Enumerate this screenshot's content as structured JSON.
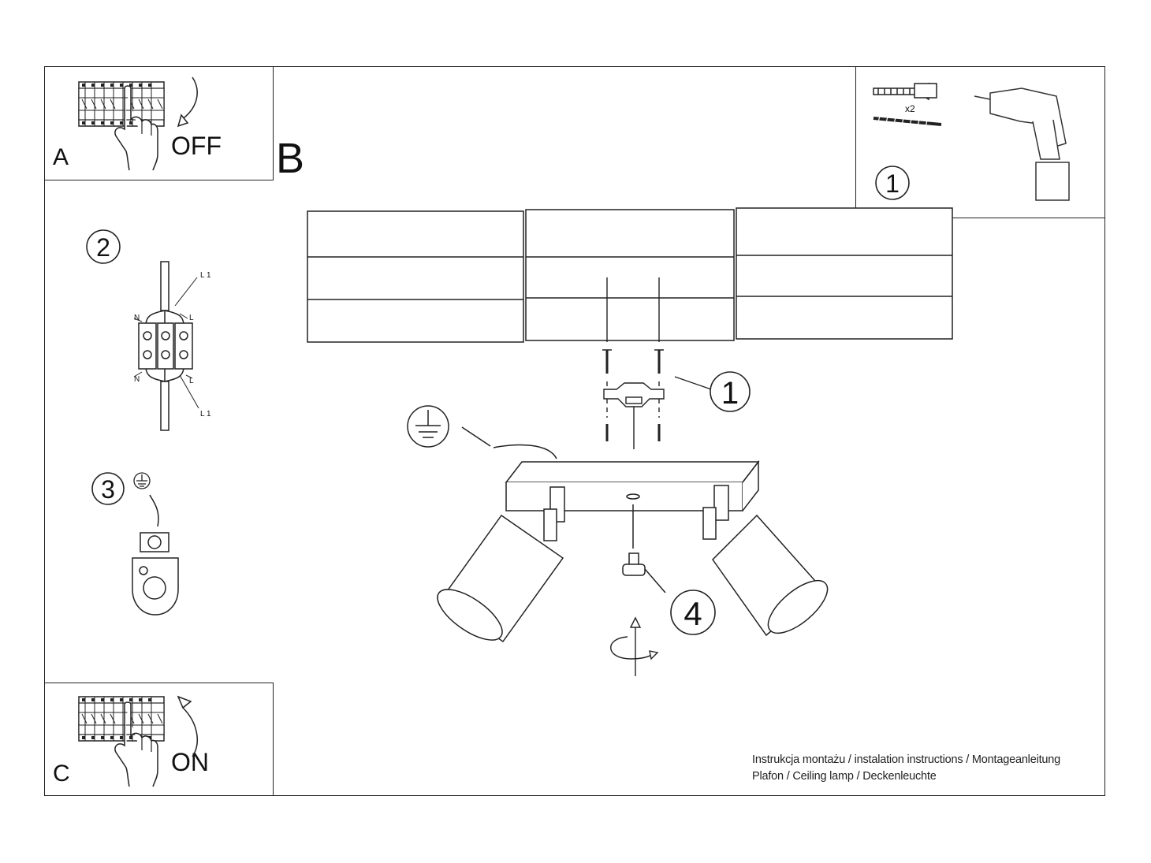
{
  "panels": {
    "a": {
      "letter": "A",
      "state": "OFF"
    },
    "b": {
      "letter": "B"
    },
    "c": {
      "letter": "C",
      "state": "ON"
    }
  },
  "tools": {
    "quantity": "x2",
    "step": "1"
  },
  "wiring": {
    "step": "2",
    "labels": {
      "l1_top": "L 1",
      "n_top": "N",
      "l_top": "L",
      "n_bottom": "N",
      "l_bottom": "L",
      "l1_bottom": "L 1"
    }
  },
  "ground": {
    "step": "3"
  },
  "mounting": {
    "callout_screws": "1",
    "callout_bolt": "4"
  },
  "caption": {
    "line1": "Instrukcja montażu / instalation instructions / Montageanleitung",
    "line2": "Plafon / Ceiling lamp / Deckenleuchte"
  },
  "icons": [
    "breaker-icon",
    "hand-icon",
    "curved-arrow-icon",
    "wall-plug-icon",
    "screw-icon",
    "drill-icon",
    "ground-symbol-icon",
    "terminal-block-icon",
    "rotate-arrow-icon"
  ]
}
